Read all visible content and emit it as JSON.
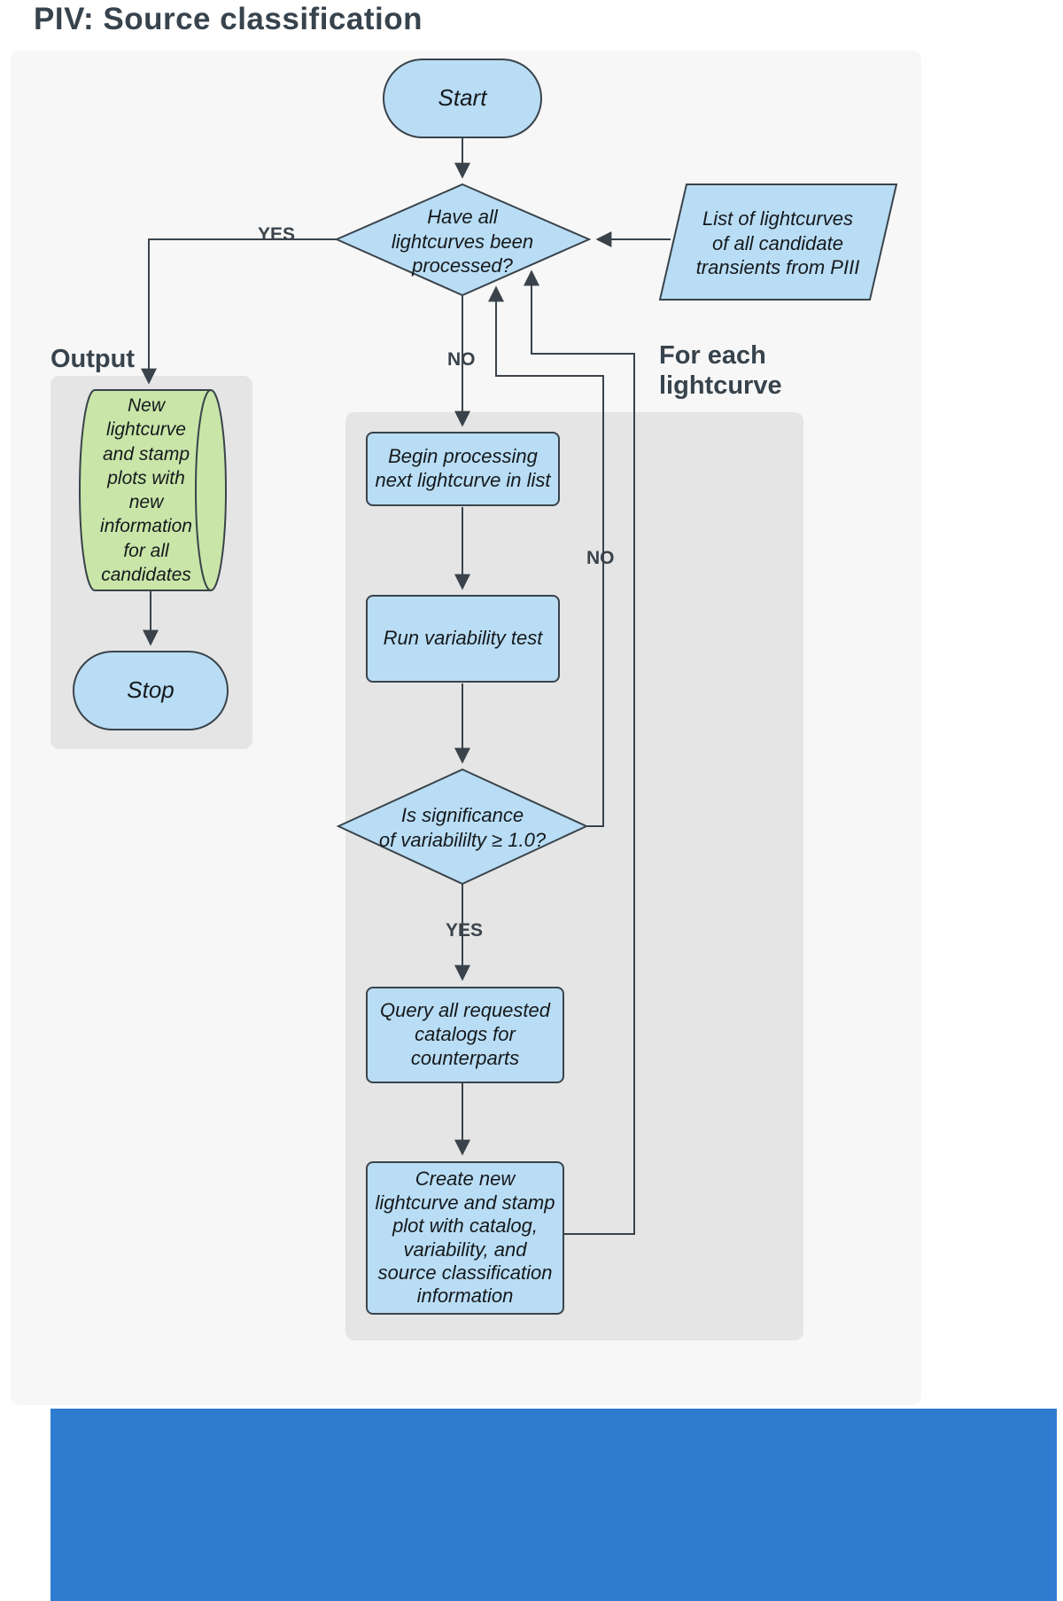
{
  "title": "PIV: Source classification",
  "sections": {
    "output_label": "Output",
    "foreach_label": "For each\nlightcurve"
  },
  "branch_labels": {
    "yes_top": "YES",
    "no_top": "NO",
    "no_loop": "NO",
    "yes_loop": "YES"
  },
  "nodes": {
    "start": "Start",
    "have_all_processed": "Have all\nlightcurves been\nprocessed?",
    "input_list": "List of lightcurves\nof all candidate\ntransients from PIII",
    "output_data": "New\nlightcurve\nand stamp\nplots with\nnew\ninformation\nfor all\ncandidates",
    "stop": "Stop",
    "begin_processing": "Begin processing\nnext lightcurve in list",
    "run_variability": "Run variability test",
    "significance_check": "Is significance\nof variabililty ≥ 1.0?",
    "query_catalogs": "Query all requested\ncatalogs for\ncounterparts",
    "create_plots": "Create new\nlightcurve and stamp\nplot with catalog,\nvariability, and\nsource classification\ninformation"
  },
  "colors": {
    "node_fill": "#b9ddf4",
    "storage_fill": "#c9e5a8",
    "container_fill": "#e5e5e5",
    "canvas_fill": "#f7f7f7",
    "stroke": "#3a434b",
    "footer_blue": "#2d7cd0"
  }
}
